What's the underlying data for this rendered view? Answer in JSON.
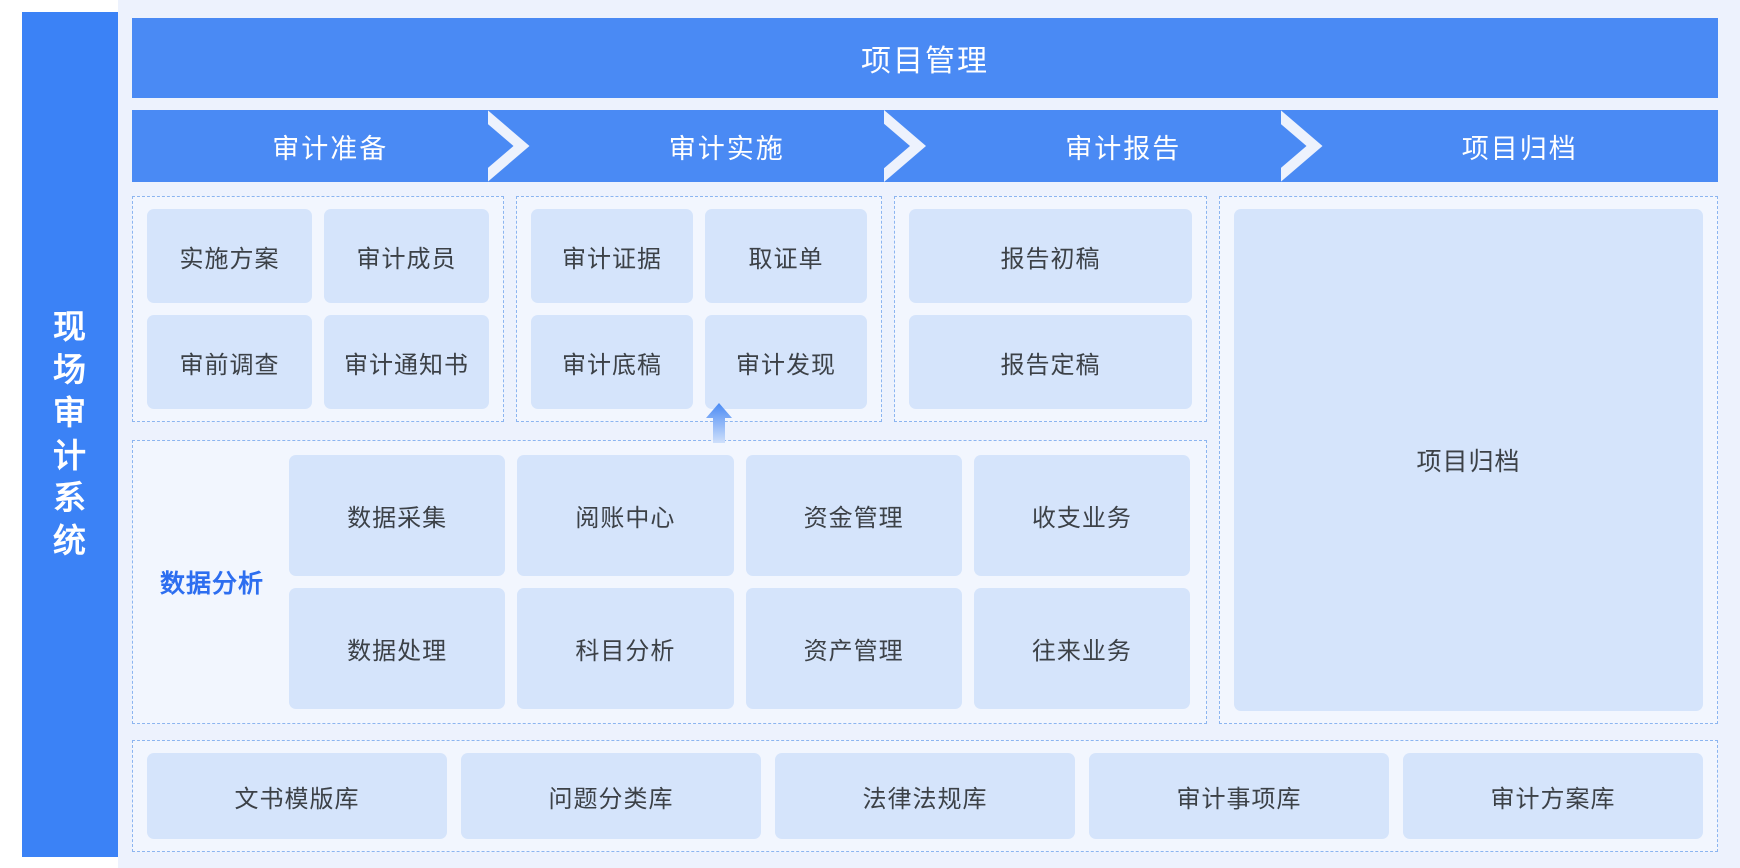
{
  "brand": {
    "name": "现场审计系统"
  },
  "header": {
    "title": "项目管理"
  },
  "phases": [
    {
      "label": "审计准备"
    },
    {
      "label": "审计实施"
    },
    {
      "label": "审计报告"
    },
    {
      "label": "项目归档"
    }
  ],
  "stages": {
    "preparation": {
      "cards": [
        {
          "label": "实施方案"
        },
        {
          "label": "审计成员"
        },
        {
          "label": "审前调查"
        },
        {
          "label": "审计通知书"
        }
      ]
    },
    "implementation": {
      "cards": [
        {
          "label": "审计证据"
        },
        {
          "label": "取证单"
        },
        {
          "label": "审计底稿"
        },
        {
          "label": "审计发现"
        }
      ]
    },
    "report": {
      "cards": [
        {
          "label": "报告初稿"
        },
        {
          "label": "报告定稿"
        }
      ]
    },
    "archive": {
      "card": {
        "label": "项目归档"
      }
    }
  },
  "data_analysis": {
    "label": "数据分析",
    "cards": [
      {
        "label": "数据采集"
      },
      {
        "label": "阅账中心"
      },
      {
        "label": "资金管理"
      },
      {
        "label": "收支业务"
      },
      {
        "label": "数据处理"
      },
      {
        "label": "科目分析"
      },
      {
        "label": "资产管理"
      },
      {
        "label": "往来业务"
      }
    ]
  },
  "library": {
    "cards": [
      {
        "label": "文书模版库"
      },
      {
        "label": "问题分类库"
      },
      {
        "label": "法律法规库"
      },
      {
        "label": "审计事项库"
      },
      {
        "label": "审计方案库"
      }
    ]
  },
  "colors": {
    "brand_blue": "#3b82f6",
    "band_blue": "#4a8af4",
    "card_blue": "#d5e4fb",
    "panel_bg": "#f2f6fe",
    "canvas_bg": "#edf2fd",
    "dash_border": "#8cb5f0",
    "accent_text": "#2d6ef0"
  }
}
